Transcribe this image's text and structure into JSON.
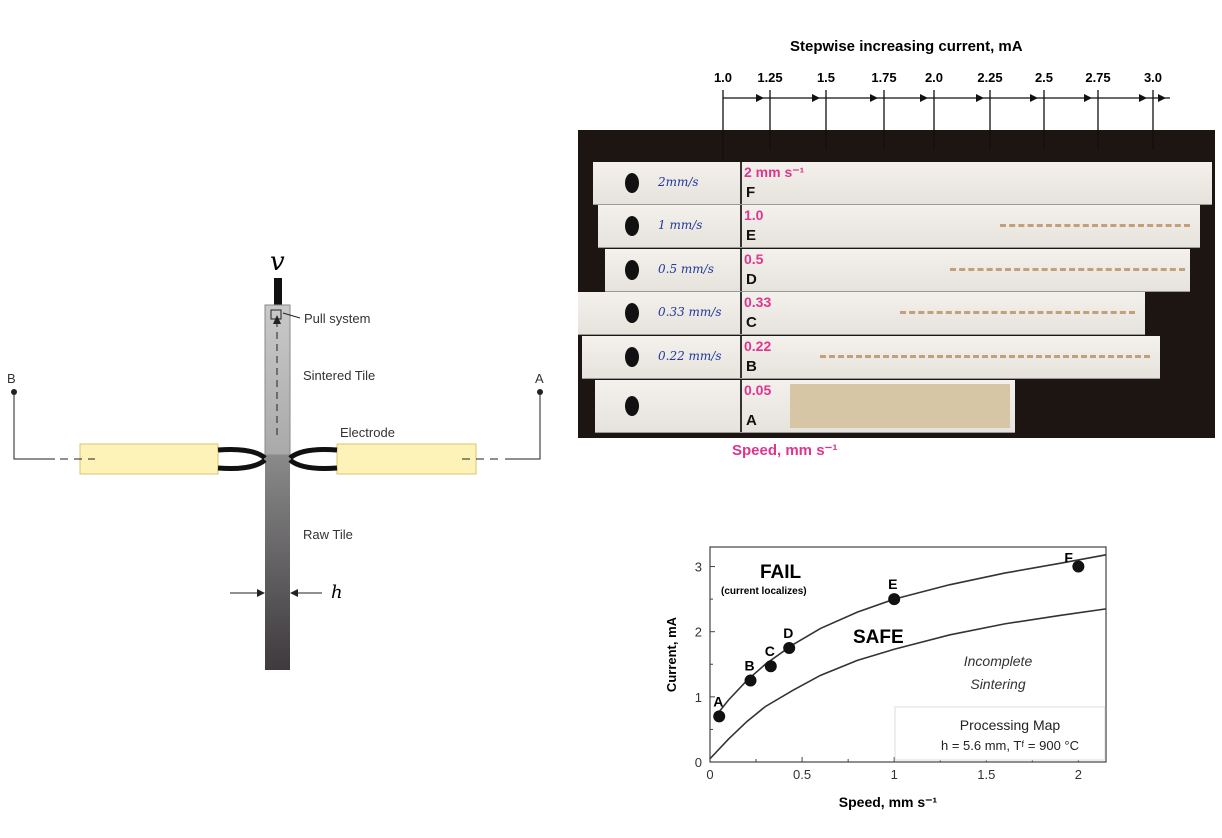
{
  "diagram": {
    "velocity_symbol": "v",
    "pull_system": "Pull system",
    "sintered_tile": "Sintered Tile",
    "electrode": "Electrode",
    "raw_tile": "Raw Tile",
    "thickness_symbol": "h",
    "terminal_b": "B",
    "terminal_a": "A"
  },
  "photo": {
    "title": "Stepwise increasing current, mA",
    "current_ticks": [
      "1.0",
      "1.25",
      "1.5",
      "1.75",
      "2.0",
      "2.25",
      "2.5",
      "2.75",
      "3.0"
    ],
    "strips": [
      {
        "label": "F",
        "speed": "2 mm s⁻¹",
        "handwritten": "2mm/s"
      },
      {
        "label": "E",
        "speed": "1.0",
        "handwritten": "1 mm/s"
      },
      {
        "label": "D",
        "speed": "0.5",
        "handwritten": "0.5 mm/s"
      },
      {
        "label": "C",
        "speed": "0.33",
        "handwritten": "0.33 mm/s"
      },
      {
        "label": "B",
        "speed": "0.22",
        "handwritten": "0.22 mm/s"
      },
      {
        "label": "A",
        "speed": "0.05",
        "handwritten": ""
      }
    ],
    "speed_axis_label": "Speed, mm s⁻¹"
  },
  "chart_data": {
    "type": "scatter",
    "title": "",
    "xlabel": "Speed, mm s⁻¹",
    "ylabel": "Current, mA",
    "xlim": [
      0,
      2.15
    ],
    "ylim": [
      0,
      3.3
    ],
    "xticks": [
      "0",
      "0.5",
      "1",
      "1.5",
      "2"
    ],
    "yticks": [
      "0",
      "1",
      "2",
      "3"
    ],
    "points": [
      {
        "label": "A",
        "x": 0.05,
        "y": 0.7
      },
      {
        "label": "B",
        "x": 0.22,
        "y": 1.25
      },
      {
        "label": "C",
        "x": 0.33,
        "y": 1.47
      },
      {
        "label": "D",
        "x": 0.43,
        "y": 1.75
      },
      {
        "label": "E",
        "x": 1.0,
        "y": 2.5
      },
      {
        "label": "F",
        "x": 2.0,
        "y": 3.0
      }
    ],
    "series": [
      {
        "name": "upper boundary",
        "x": [
          0.03,
          0.1,
          0.2,
          0.3,
          0.45,
          0.6,
          0.8,
          1.0,
          1.3,
          1.6,
          1.9,
          2.15
        ],
        "y": [
          0.7,
          0.95,
          1.25,
          1.5,
          1.8,
          2.05,
          2.3,
          2.5,
          2.72,
          2.9,
          3.05,
          3.18
        ]
      },
      {
        "name": "lower boundary",
        "x": [
          0,
          0.1,
          0.2,
          0.3,
          0.45,
          0.6,
          0.8,
          1.0,
          1.3,
          1.6,
          1.9,
          2.15
        ],
        "y": [
          0.05,
          0.35,
          0.62,
          0.85,
          1.1,
          1.33,
          1.56,
          1.73,
          1.95,
          2.12,
          2.25,
          2.35
        ]
      }
    ],
    "annotations": {
      "fail": "FAIL",
      "fail_sub": "(current localizes)",
      "safe": "SAFE",
      "incomplete1": "Incomplete",
      "incomplete2": "Sintering",
      "legend_title": "Processing Map",
      "legend_params": "h = 5.6 mm, Tᶠ = 900 °C"
    }
  }
}
